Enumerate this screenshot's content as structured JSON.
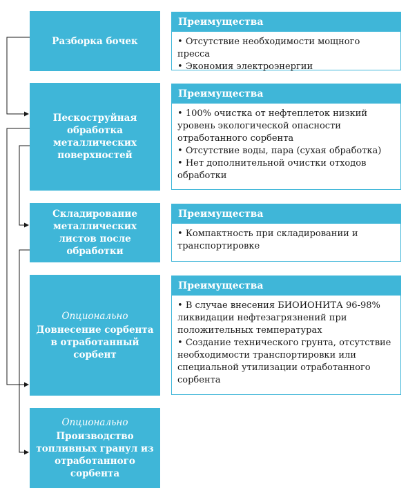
{
  "steps": [
    {
      "optional": "",
      "title": "Разборка бочек"
    },
    {
      "optional": "",
      "title": "Пескоструйная обработка металлических поверхностей"
    },
    {
      "optional": "",
      "title": "Складирование металлических листов после обработки"
    },
    {
      "optional": "Опционально",
      "title": "Довнесение сорбента в отработанный сорбент"
    },
    {
      "optional": "Опционально",
      "title": "Производство топливных гранул из отработанного сорбента"
    }
  ],
  "advantages": [
    {
      "header": "Преимущества",
      "items": [
        "Отсутствие необходимости мощного пресса",
        "Экономия электроэнергии"
      ]
    },
    {
      "header": "Преимущества",
      "items": [
        "100% очистка от нефтеплеток низкий уровень экологической опасности отработанного сорбента",
        "Отсутствие воды, пара (сухая обработка)",
        "Нет дополнительной очистки отходов обработки"
      ]
    },
    {
      "header": "Преимущества",
      "items": [
        "Компактность при складировании и транспортировке"
      ]
    },
    {
      "header": "Преимущества",
      "items": [
        "В случае внесения БИОИОНИТА 96-98% ликвидации нефтезагрязнений при положительных температурах",
        "Создание технического грунта, отсутствие необходимости транспортировки или специальной утилизации отработанного сорбента"
      ]
    }
  ],
  "colors": {
    "accent": "#3fb6d8",
    "connector": "#1a1a1a"
  }
}
